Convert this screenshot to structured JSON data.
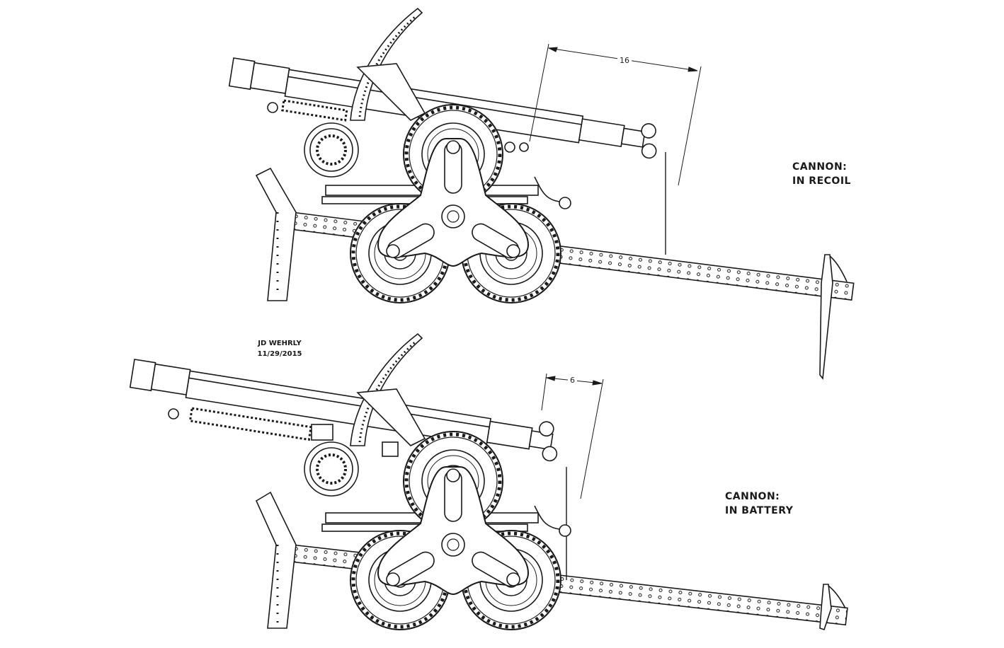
{
  "views": [
    {
      "id": "recoil",
      "label_line1": "CANNON:",
      "label_line2": "IN RECOIL",
      "dimension": "16"
    },
    {
      "id": "battery",
      "label_line1": "CANNON:",
      "label_line2": "IN BATTERY",
      "dimension": "6"
    }
  ],
  "author": {
    "name": "JD WEHRLY",
    "date": "11/29/2015"
  },
  "colors": {
    "line": "#1a1a1a",
    "background": "#ffffff"
  }
}
